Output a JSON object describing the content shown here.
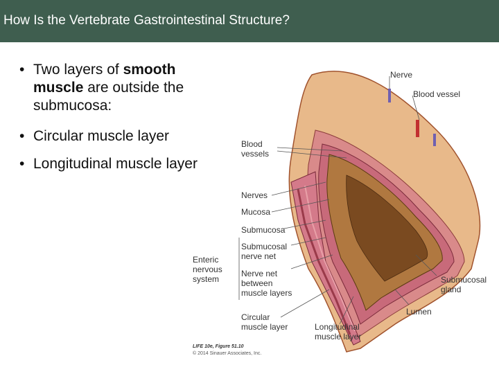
{
  "slide": {
    "title": "How Is the Vertebrate Gastrointestinal Structure?",
    "bullets": [
      {
        "pre": "Two layers of ",
        "bold1": "smooth",
        "mid": "muscle",
        "post": " are outside the",
        "line3": "submucosa:"
      },
      {
        "text": "Circular muscle layer"
      },
      {
        "text": "Longitudinal muscle layer"
      }
    ],
    "bullet_glyph": "•"
  },
  "figure": {
    "labels": {
      "nerve": "Nerve",
      "blood_vessel": "Blood vessel",
      "blood_vessels_1": "Blood",
      "blood_vessels_2": "vessels",
      "nerves": "Nerves",
      "mucosa": "Mucosa",
      "submucosa": "Submucosa",
      "submucosal_nerve_net_1": "Submucosal",
      "submucosal_nerve_net_2": "nerve net",
      "nerve_net_between_1": "Nerve net",
      "nerve_net_between_2": "between",
      "nerve_net_between_3": "muscle layers",
      "enteric_1": "Enteric",
      "enteric_2": "nervous",
      "enteric_3": "system",
      "circular_1": "Circular",
      "circular_2": "muscle layer",
      "longitudinal_1": "Longitudinal",
      "longitudinal_2": "muscle layer",
      "submucosal_gland_1": "Submucosal",
      "submucosal_gland_2": "gland",
      "lumen": "Lumen"
    },
    "credit_1": "LIFE 10e, Figure 51.10",
    "credit_2": "© 2014 Sinauer Associates, Inc.",
    "colors": {
      "title_bar": "#3f5e4f",
      "outer_layer": "#e8b98a",
      "muscle": "#d98a8a",
      "submucosa": "#c86a7a",
      "mucosa": "#b07840",
      "lumen_dark": "#7a4a20",
      "vessel_red": "#c23030",
      "nerve_purple": "#7060b0"
    }
  }
}
